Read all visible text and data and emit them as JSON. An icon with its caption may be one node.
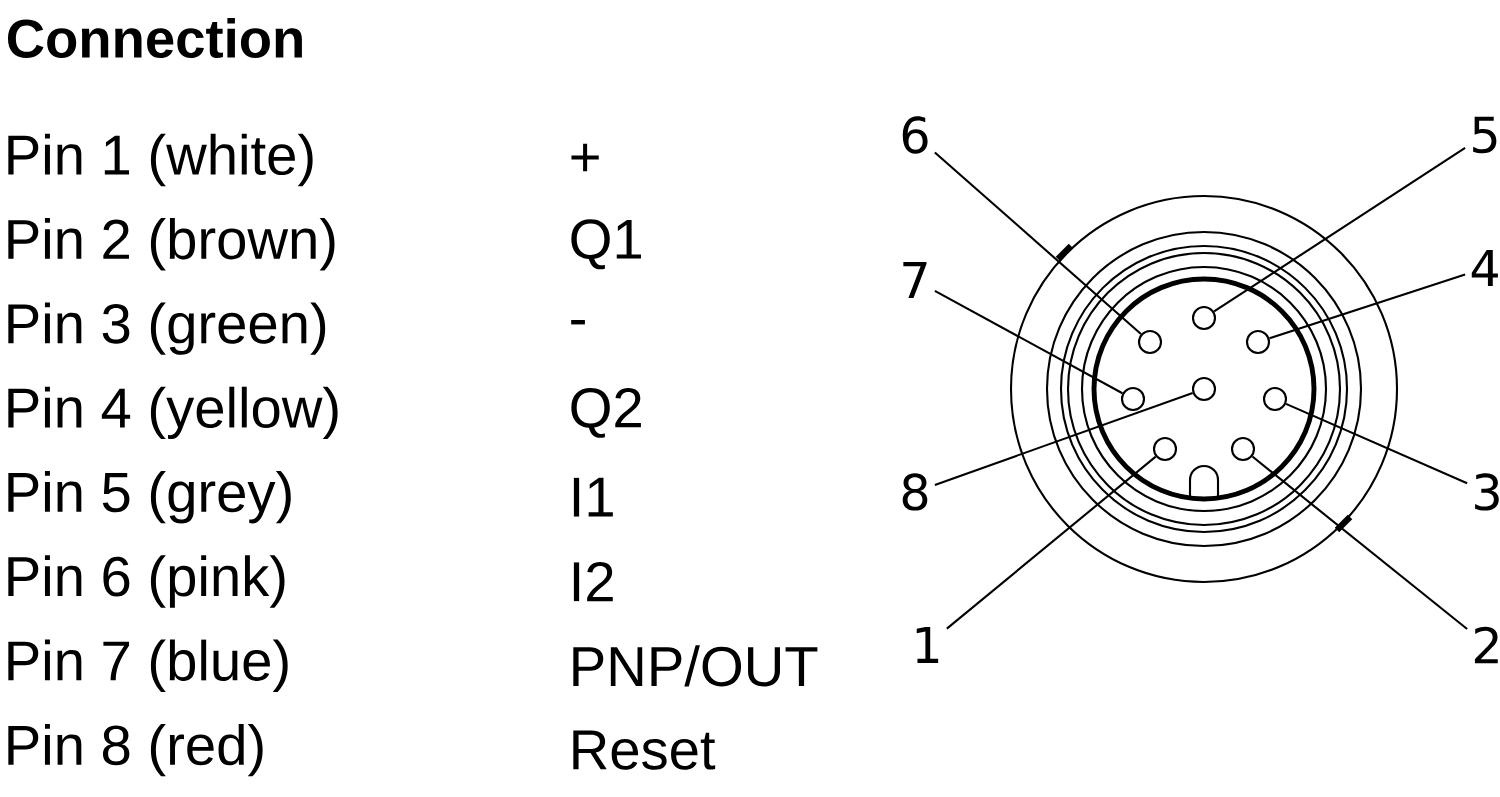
{
  "diagram": {
    "title": "Connection",
    "nodes": [
      {
        "text": [
          "6"
        ]
      },
      {
        "text": [
          "5"
        ]
      },
      {
        "text": [
          "7"
        ]
      },
      {
        "text": [
          "4"
        ]
      },
      {
        "text": [
          "8"
        ]
      },
      {
        "text": [
          "3"
        ]
      },
      {
        "text": [
          "1"
        ]
      },
      {
        "text": [
          "2"
        ]
      },
      {
        "text": [],
        "shape": "circle"
      },
      {
        "text": [],
        "shape": "circle"
      },
      {
        "text": [],
        "shape": "circle"
      },
      {
        "text": [],
        "shape": "circle"
      },
      {
        "text": [],
        "shape": "circle"
      },
      {
        "text": [],
        "shape": "circle"
      },
      {
        "text": [],
        "shape": "circle"
      },
      {
        "text": [],
        "shape": "circle"
      }
    ],
    "edges": [
      {
        "from": 0,
        "to": 9,
        "arrow": "none"
      },
      {
        "from": 1,
        "to": 8,
        "arrow": "none"
      },
      {
        "from": 2,
        "to": 11,
        "arrow": "none"
      },
      {
        "from": 3,
        "to": 10,
        "arrow": "none"
      },
      {
        "from": 4,
        "to": 12,
        "arrow": "none"
      },
      {
        "from": 5,
        "to": 13,
        "arrow": "none"
      },
      {
        "from": 6,
        "to": 14,
        "arrow": "none"
      },
      {
        "from": 7,
        "to": 15,
        "arrow": "none"
      }
    ],
    "labels": [
      "Pin 1 (white)",
      "+",
      "Pin 2 (brown)",
      "Q1",
      "Pin 3 (green)",
      "-",
      "Pin 4 (yellow)",
      "Q2",
      "Pin 5 (grey)",
      "I1",
      "Pin 6 (pink)",
      "I2",
      "Pin 7 (blue)",
      "PNP/OUT",
      "Pin 8 (red)",
      "Reset"
    ]
  }
}
